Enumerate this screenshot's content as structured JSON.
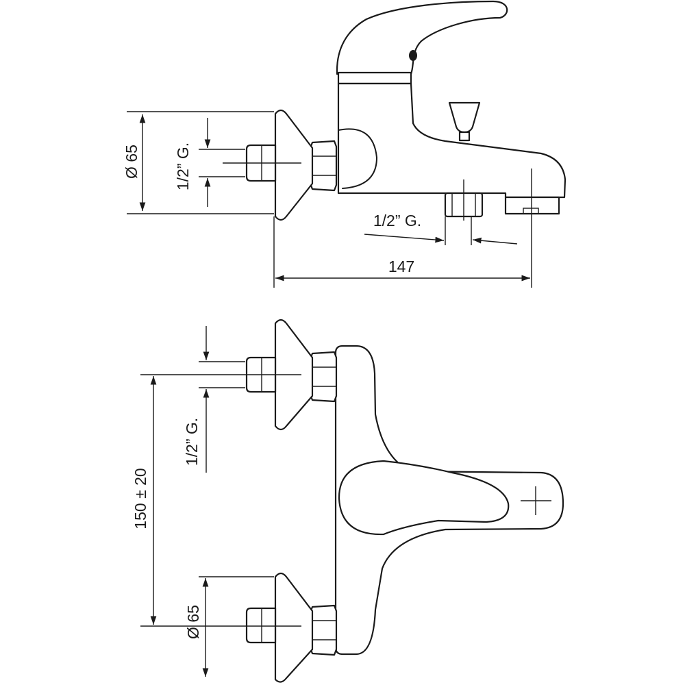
{
  "drawing": {
    "side_view": {
      "diameter_label": "Ø 65",
      "inlet_thread_label": "1/2” G.",
      "outlet_thread_label": "1/2” G.",
      "length_label": "147"
    },
    "front_view": {
      "inlet_thread_label": "1/2” G.",
      "center_distance_label": "150 ± 20",
      "diameter_label": "Ø 65"
    }
  }
}
